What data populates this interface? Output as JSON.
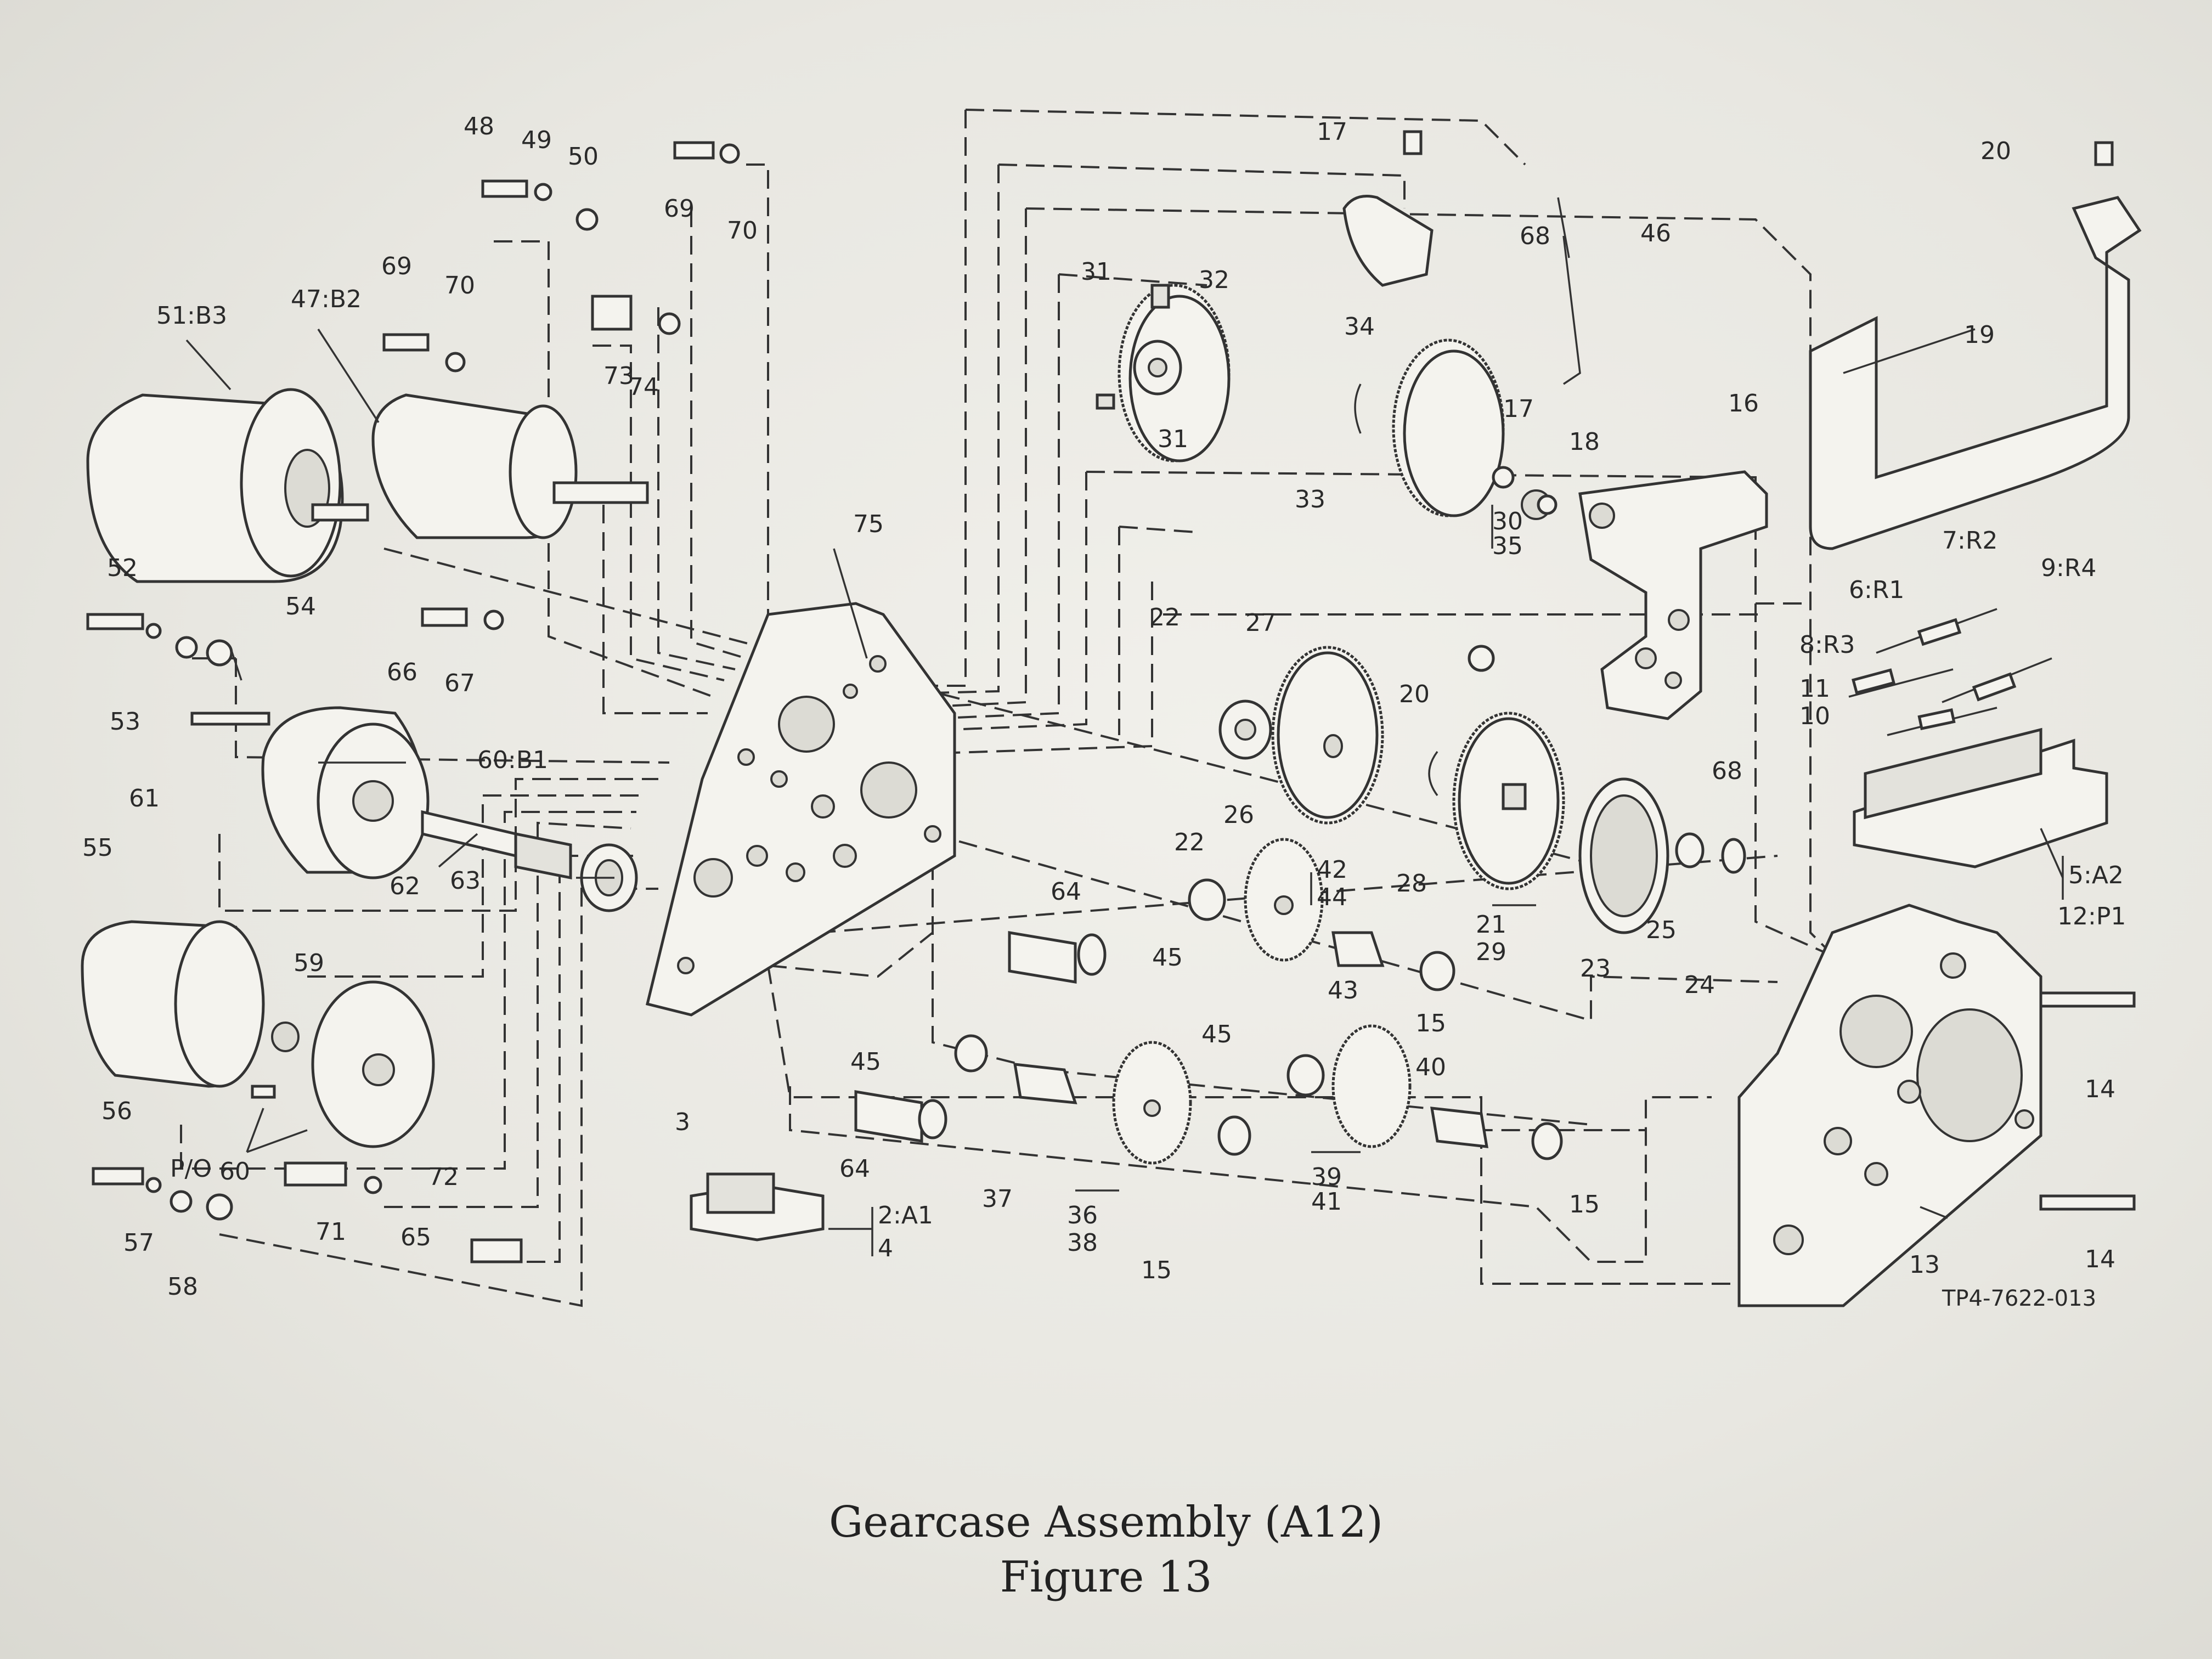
{
  "caption": {
    "title": "Gearcase Assembly (A12)",
    "figure": "Figure 13"
  },
  "drawing_number": "TP4-7622-013",
  "callouts": [
    {
      "id": "c48",
      "text": "48"
    },
    {
      "id": "c49",
      "text": "49"
    },
    {
      "id": "c50",
      "text": "50"
    },
    {
      "id": "c69a",
      "text": "69"
    },
    {
      "id": "c70a",
      "text": "70"
    },
    {
      "id": "c69b",
      "text": "69"
    },
    {
      "id": "c70b",
      "text": "70"
    },
    {
      "id": "c73",
      "text": "73"
    },
    {
      "id": "c74",
      "text": "74"
    },
    {
      "id": "c51",
      "text": "51:B3"
    },
    {
      "id": "c47",
      "text": "47:B2"
    },
    {
      "id": "c52",
      "text": "52"
    },
    {
      "id": "c53",
      "text": "53"
    },
    {
      "id": "c54",
      "text": "54"
    },
    {
      "id": "c66",
      "text": "66"
    },
    {
      "id": "c67",
      "text": "67"
    },
    {
      "id": "c61",
      "text": "61"
    },
    {
      "id": "c60b1",
      "text": "60:B1"
    },
    {
      "id": "c62",
      "text": "62"
    },
    {
      "id": "c63",
      "text": "63"
    },
    {
      "id": "c55",
      "text": "55"
    },
    {
      "id": "c59",
      "text": "59"
    },
    {
      "id": "c56",
      "text": "56"
    },
    {
      "id": "c57",
      "text": "57"
    },
    {
      "id": "c58",
      "text": "58"
    },
    {
      "id": "cpo",
      "text": "P/O"
    },
    {
      "id": "c60",
      "text": "60"
    },
    {
      "id": "c71",
      "text": "71"
    },
    {
      "id": "c72",
      "text": "72"
    },
    {
      "id": "c65",
      "text": "65"
    },
    {
      "id": "c75",
      "text": "75"
    },
    {
      "id": "c3",
      "text": "3"
    },
    {
      "id": "c2a1",
      "text": "2:A1"
    },
    {
      "id": "c4",
      "text": "4"
    },
    {
      "id": "c17a",
      "text": "17"
    },
    {
      "id": "c68a",
      "text": "68"
    },
    {
      "id": "c46",
      "text": "46"
    },
    {
      "id": "c31a",
      "text": "31"
    },
    {
      "id": "c32",
      "text": "32"
    },
    {
      "id": "c31b",
      "text": "31"
    },
    {
      "id": "c34",
      "text": "34"
    },
    {
      "id": "c33",
      "text": "33"
    },
    {
      "id": "c30",
      "text": "30"
    },
    {
      "id": "c35",
      "text": "35"
    },
    {
      "id": "c17b",
      "text": "17"
    },
    {
      "id": "c18",
      "text": "18"
    },
    {
      "id": "c16",
      "text": "16"
    },
    {
      "id": "c22a",
      "text": "22"
    },
    {
      "id": "c27",
      "text": "27"
    },
    {
      "id": "c20b",
      "text": "20"
    },
    {
      "id": "c26",
      "text": "26"
    },
    {
      "id": "c22b",
      "text": "22"
    },
    {
      "id": "c28",
      "text": "28"
    },
    {
      "id": "c21",
      "text": "21"
    },
    {
      "id": "c29",
      "text": "29"
    },
    {
      "id": "c23",
      "text": "23"
    },
    {
      "id": "c25",
      "text": "25"
    },
    {
      "id": "c24",
      "text": "24"
    },
    {
      "id": "c68b",
      "text": "68"
    },
    {
      "id": "c42",
      "text": "42"
    },
    {
      "id": "c44",
      "text": "44"
    },
    {
      "id": "c64a",
      "text": "64"
    },
    {
      "id": "c45a",
      "text": "45"
    },
    {
      "id": "c43",
      "text": "43"
    },
    {
      "id": "c15a",
      "text": "15"
    },
    {
      "id": "c45b",
      "text": "45"
    },
    {
      "id": "c45c",
      "text": "45"
    },
    {
      "id": "c64b",
      "text": "64"
    },
    {
      "id": "c37",
      "text": "37"
    },
    {
      "id": "c36",
      "text": "36"
    },
    {
      "id": "c38",
      "text": "38"
    },
    {
      "id": "c15b",
      "text": "15"
    },
    {
      "id": "c39",
      "text": "39"
    },
    {
      "id": "c41",
      "text": "41"
    },
    {
      "id": "c40",
      "text": "40"
    },
    {
      "id": "c15c",
      "text": "15"
    },
    {
      "id": "c20a",
      "text": "20"
    },
    {
      "id": "c19",
      "text": "19"
    },
    {
      "id": "c6r1",
      "text": "6:R1"
    },
    {
      "id": "c7r2",
      "text": "7:R2"
    },
    {
      "id": "c9r4",
      "text": "9:R4"
    },
    {
      "id": "c8r3",
      "text": "8:R3"
    },
    {
      "id": "c11",
      "text": "11"
    },
    {
      "id": "c10",
      "text": "10"
    },
    {
      "id": "c5a2",
      "text": "5:A2"
    },
    {
      "id": "c12p1",
      "text": "12:P1"
    },
    {
      "id": "c14a",
      "text": "14"
    },
    {
      "id": "c14b",
      "text": "14"
    },
    {
      "id": "c13",
      "text": "13"
    }
  ]
}
